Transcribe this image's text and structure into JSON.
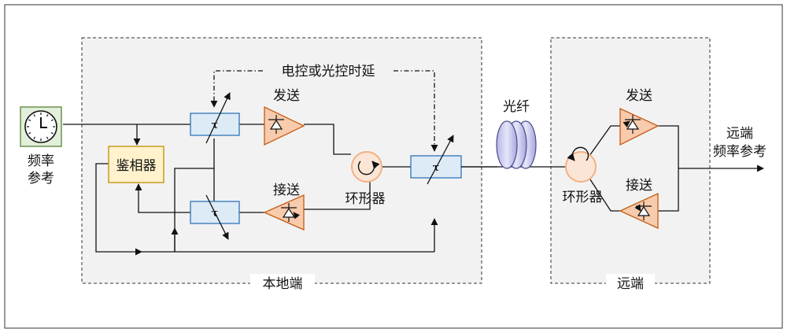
{
  "labels": {
    "freq_ref_line1": "频率",
    "freq_ref_line2": "参考",
    "phase_detector": "鉴相器",
    "tau_symbol": "τ",
    "delay_control": "电控或光控时延",
    "transmit_local": "发送",
    "receive_local": "接送",
    "circulator_local": "环形器",
    "fiber": "光纤",
    "local_end": "本地端",
    "circulator_remote": "环形器",
    "transmit_remote": "发送",
    "receive_remote": "接送",
    "remote_end": "远端",
    "remote_ref_line1": "远端",
    "remote_ref_line2": "频率参考"
  },
  "colors": {
    "region_fill": "#f2f2f2",
    "delay_box_fill": "#ddebf7",
    "delay_box_stroke": "#2e75b6",
    "phase_detector_fill": "#fff2cc",
    "phase_detector_stroke": "#bf9000",
    "amplifier_fill": "#f8cbad",
    "amplifier_stroke": "#c55a11",
    "circulator_fill": "#fbe5d6",
    "circulator_stroke": "#f4b183",
    "fiber_fill": "#c9c9ef",
    "fiber_stroke": "#4a4a8a",
    "clock_fill": "#e2efda",
    "clock_stroke": "#548235",
    "line": "#111111"
  }
}
